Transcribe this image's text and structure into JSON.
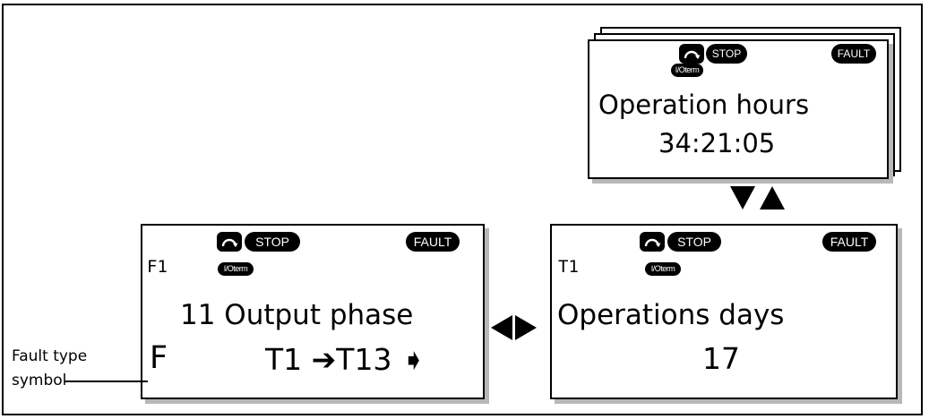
{
  "badges": {
    "stop": "STOP",
    "fault": "FAULT",
    "ioterm": "I/Oterm"
  },
  "top_panel": {
    "fault_badge": "FAULT",
    "line1": "Operation hours",
    "line2": "34:21:05"
  },
  "left_panel": {
    "code": "F1",
    "line1": "11 Output phase",
    "line2_prefix": "F",
    "line2_main": "T1 ➔T13 ➧"
  },
  "right_panel": {
    "code": "T1",
    "line1": "Operations days",
    "line2": "17"
  },
  "callout": {
    "line1": "Fault type",
    "line2": "symbol"
  },
  "arrows": {
    "vertical": "▼▲",
    "horizontal": "◀▶"
  }
}
